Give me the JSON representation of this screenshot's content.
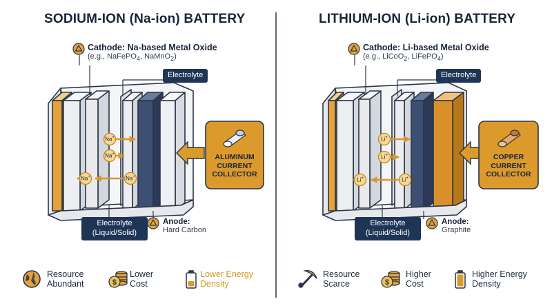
{
  "left": {
    "title": "SODIUM-ION (Na-ion) BATTERY",
    "cathode": {
      "title": "Cathode: Na-based Metal Oxide",
      "ex_prefix": "(e.g., NaFePO",
      "ex_sub1": "4",
      "ex_mid": ", NaMnO",
      "ex_sub2": "2",
      "ex_suffix": ")"
    },
    "electrolyte_top": "Electrolyte",
    "electrolyte_bottom": {
      "line1": "Electrolyte",
      "line2": "(Liquid/Solid)"
    },
    "anode": {
      "title": "Anode:",
      "material": "Hard Carbon"
    },
    "collector": {
      "line1": "ALUMINUM",
      "line2": "CURRENT",
      "line3": "COLLECTOR"
    },
    "ion": {
      "symbol": "Na",
      "charge": "+"
    },
    "features": [
      {
        "line1": "Resource",
        "line2": "Abundant",
        "icon": "globe-icon"
      },
      {
        "line1": "Lower",
        "line2": "Cost",
        "icon": "coins-icon"
      },
      {
        "line1": "Lower Energy",
        "line2": "Density",
        "icon": "battery-low-icon"
      }
    ]
  },
  "right": {
    "title": "LITHIUM-ION (Li-ion) BATTERY",
    "cathode": {
      "title": "Cathode: Li-based Metal Oxide",
      "ex_prefix": "(e.g., LiCoO",
      "ex_sub1": "2",
      "ex_mid": ", LiFePO",
      "ex_sub2": "4",
      "ex_suffix": ")"
    },
    "electrolyte_top": "Electrolyte",
    "electrolyte_bottom": {
      "line1": "Electrolyte",
      "line2": "(Liquid/Solid)"
    },
    "anode": {
      "title": "Anode:",
      "material": "Graphite"
    },
    "collector": {
      "line1": "COPPER",
      "line2": "CURRENT",
      "line3": "COLLECTOR"
    },
    "ion": {
      "symbol": "Li",
      "charge": "+"
    },
    "features": [
      {
        "line1": "Resource",
        "line2": "Scarce",
        "icon": "pickaxe-icon"
      },
      {
        "line1": "Higher",
        "line2": "Cost",
        "icon": "coins-icon"
      },
      {
        "line1": "Higher Energy",
        "line2": "Density",
        "icon": "battery-high-icon"
      }
    ]
  },
  "colors": {
    "navy": "#1f3556",
    "gold": "#d9962a",
    "anode_blue": "#3d4f72",
    "plate_gray": "#e9ebee",
    "outline": "#2a3547"
  }
}
